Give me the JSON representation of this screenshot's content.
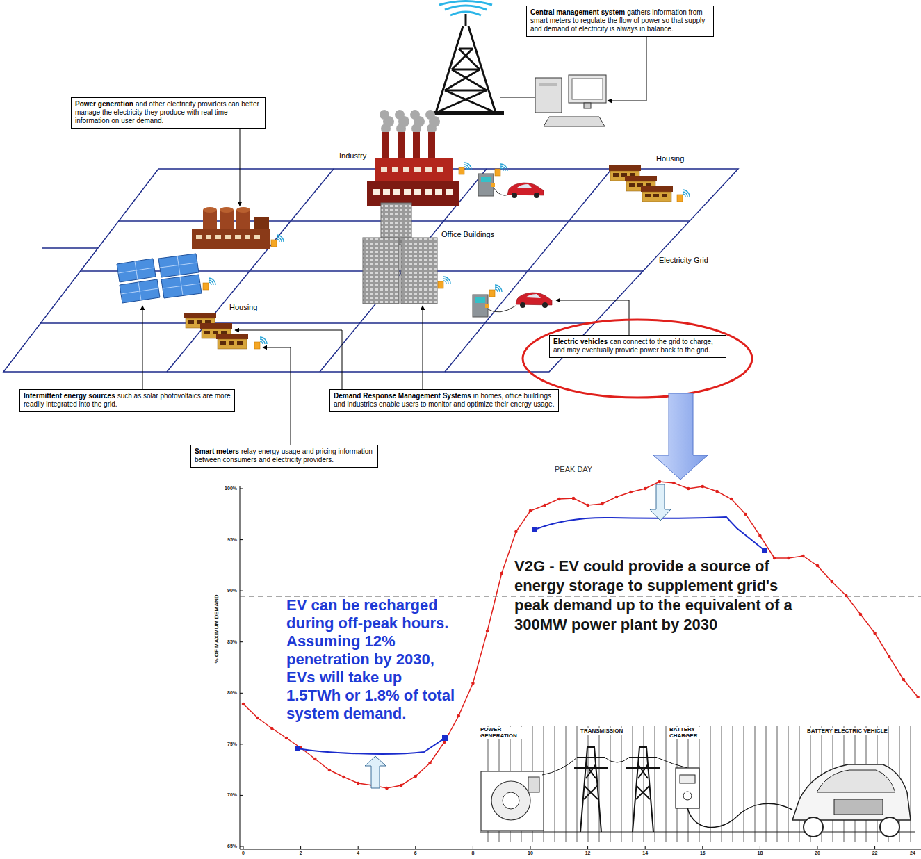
{
  "diagram": {
    "nodes": [
      {
        "text": [
          "Central management system",
          "gathers information from smart meters to regulate the flow of power so that supply and demand of electricity is always in balance."
        ]
      },
      {
        "text": [
          "Power generation",
          "and other electricity providers can better manage the electricity they produce with real time information on user demand."
        ]
      },
      {
        "text": [
          "Electric vehicles",
          "can connect to the grid to charge, and may eventually provide power back to the grid."
        ]
      },
      {
        "text": [
          "Intermittent energy sources",
          "such as solar photovoltaics are more readily integrated into the grid."
        ]
      },
      {
        "text": [
          "Demand Response Management Systems",
          "in homes, office buildings and industries enable users to monitor and optimize their energy usage."
        ]
      },
      {
        "text": [
          "Smart meters",
          "relay energy usage and pricing information between consumers and electricity providers."
        ]
      }
    ],
    "labels": [
      "Industry",
      "Housing",
      "Office Buildings",
      "Electricity Grid",
      "Housing",
      "PEAK DAY",
      "V2G - EV could provide a source of energy storage to supplement grid's peak demand up to the equivalent of a 300MW power plant by 2030",
      "EV can be recharged during off-peak hours. Assuming 12% penetration by 2030, EVs will take up 1.5TWh or 1.8% of total system demand.",
      "% OF MAXIMUM DEMAND",
      "100%",
      "95%",
      "90%",
      "85%",
      "80%",
      "75%",
      "70%",
      "65%",
      "0",
      "2",
      "4",
      "6",
      "8",
      "10",
      "12",
      "14",
      "16",
      "18",
      "20",
      "22",
      "24",
      "POWER GENERATION",
      "TRANSMISSION",
      "BATTERY CHARGER",
      "BATTERY ELECTRIC VEHICLE"
    ]
  }
}
